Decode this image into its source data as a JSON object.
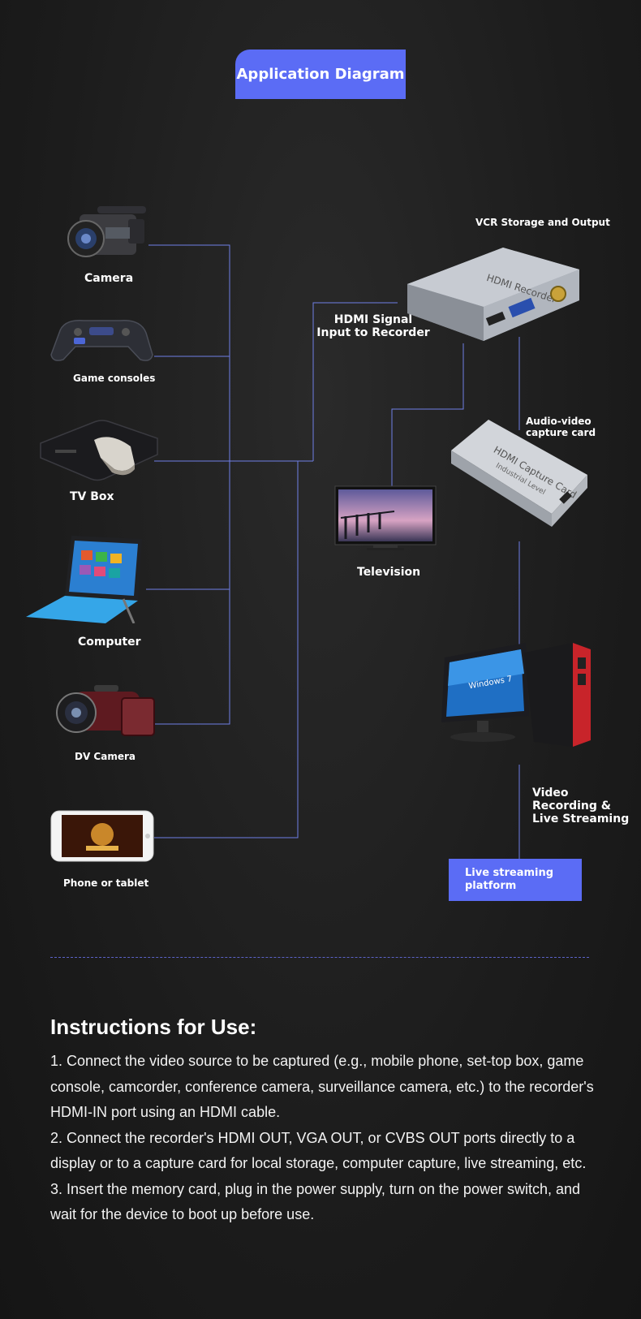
{
  "title": "Application Diagram",
  "sources": [
    {
      "id": "camera",
      "label": "Camera",
      "icon": "camcorder-icon"
    },
    {
      "id": "game",
      "label": "Game consoles",
      "icon": "gamepad-icon"
    },
    {
      "id": "tvbox",
      "label": "TV Box",
      "icon": "tv-box-icon"
    },
    {
      "id": "computer",
      "label": "Computer",
      "icon": "tablet-computer-icon"
    },
    {
      "id": "dvcam",
      "label": "DV Camera",
      "icon": "dv-camera-icon"
    },
    {
      "id": "phone",
      "label": "Phone or tablet",
      "icon": "phone-icon"
    }
  ],
  "recorder": {
    "heading": "VCR Storage and Output",
    "input_label": "HDMI Signal Input to Recorder",
    "device_text": "HDMI Recorder"
  },
  "capture": {
    "label": "Audio-video capture card",
    "device_text": "HDMI Capture Card",
    "device_subtext": "Industrial Level"
  },
  "television": {
    "label": "Television"
  },
  "pc": {
    "label": "Video Recording & Live Streaming",
    "screen_text": "Windows 7"
  },
  "platform": {
    "label": "Live streaming platform"
  },
  "colors": {
    "accent": "#5b6cf5",
    "wire": "#6f7fe6",
    "background": "#1e1e1e"
  },
  "instructions": {
    "title": "Instructions for Use:",
    "steps": [
      "1. Connect the video source to be captured (e.g., mobile phone, set-top box, game console, camcorder, conference camera, surveillance camera, etc.) to the recorder's HDMI-IN port using an HDMI cable.",
      "2. Connect the recorder's HDMI OUT, VGA OUT, or CVBS OUT ports directly to a display or to a capture card for local storage, computer capture, live streaming, etc.",
      "3. Insert the memory card, plug in the power supply, turn on the power switch, and wait for the device to boot up before use."
    ]
  }
}
